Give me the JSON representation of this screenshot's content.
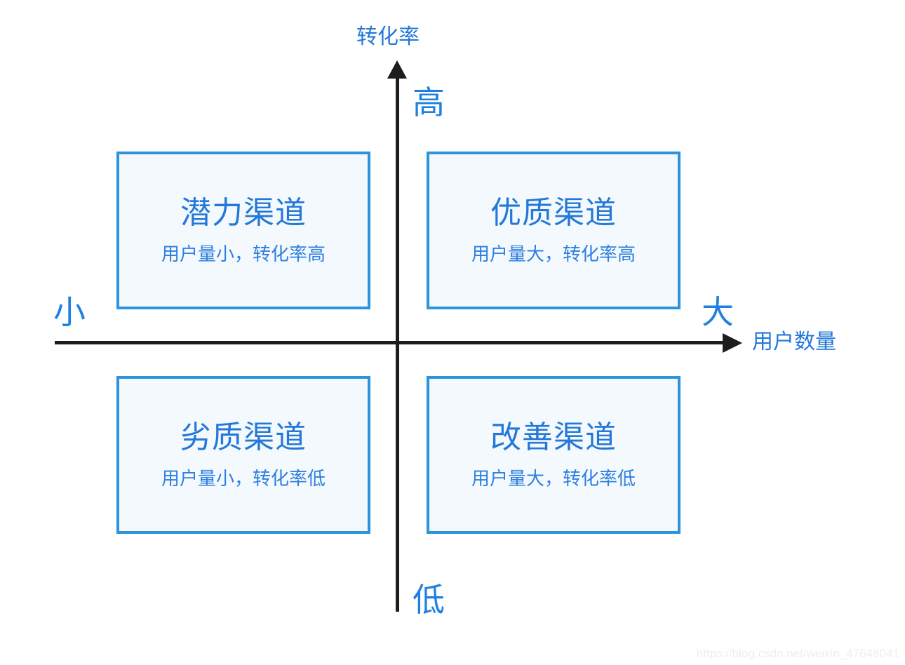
{
  "diagram": {
    "type": "2x2-quadrant-matrix",
    "colors": {
      "accent_blue": "#2478d8",
      "border_blue": "#2e93dd",
      "box_fill": "#f3f9fd",
      "axis_black": "#1d1d1f",
      "watermark_gray": "#eeeeee"
    },
    "axes": {
      "y": {
        "title": "转化率",
        "high_label": "高",
        "low_label": "低",
        "arrow": "up-arrow-icon"
      },
      "x": {
        "title": "用户数量",
        "low_label": "小",
        "high_label": "大",
        "arrow": "right-arrow-icon"
      }
    },
    "quadrants": [
      {
        "position": "top-left",
        "title": "潜力渠道",
        "description": "用户量小，转化率高"
      },
      {
        "position": "top-right",
        "title": "优质渠道",
        "description": "用户量大，转化率高"
      },
      {
        "position": "bottom-left",
        "title": "劣质渠道",
        "description": "用户量小，转化率低"
      },
      {
        "position": "bottom-right",
        "title": "改善渠道",
        "description": "用户量大，转化率低"
      }
    ],
    "watermark": "https://blog.csdn.net/weixin_47648041"
  }
}
